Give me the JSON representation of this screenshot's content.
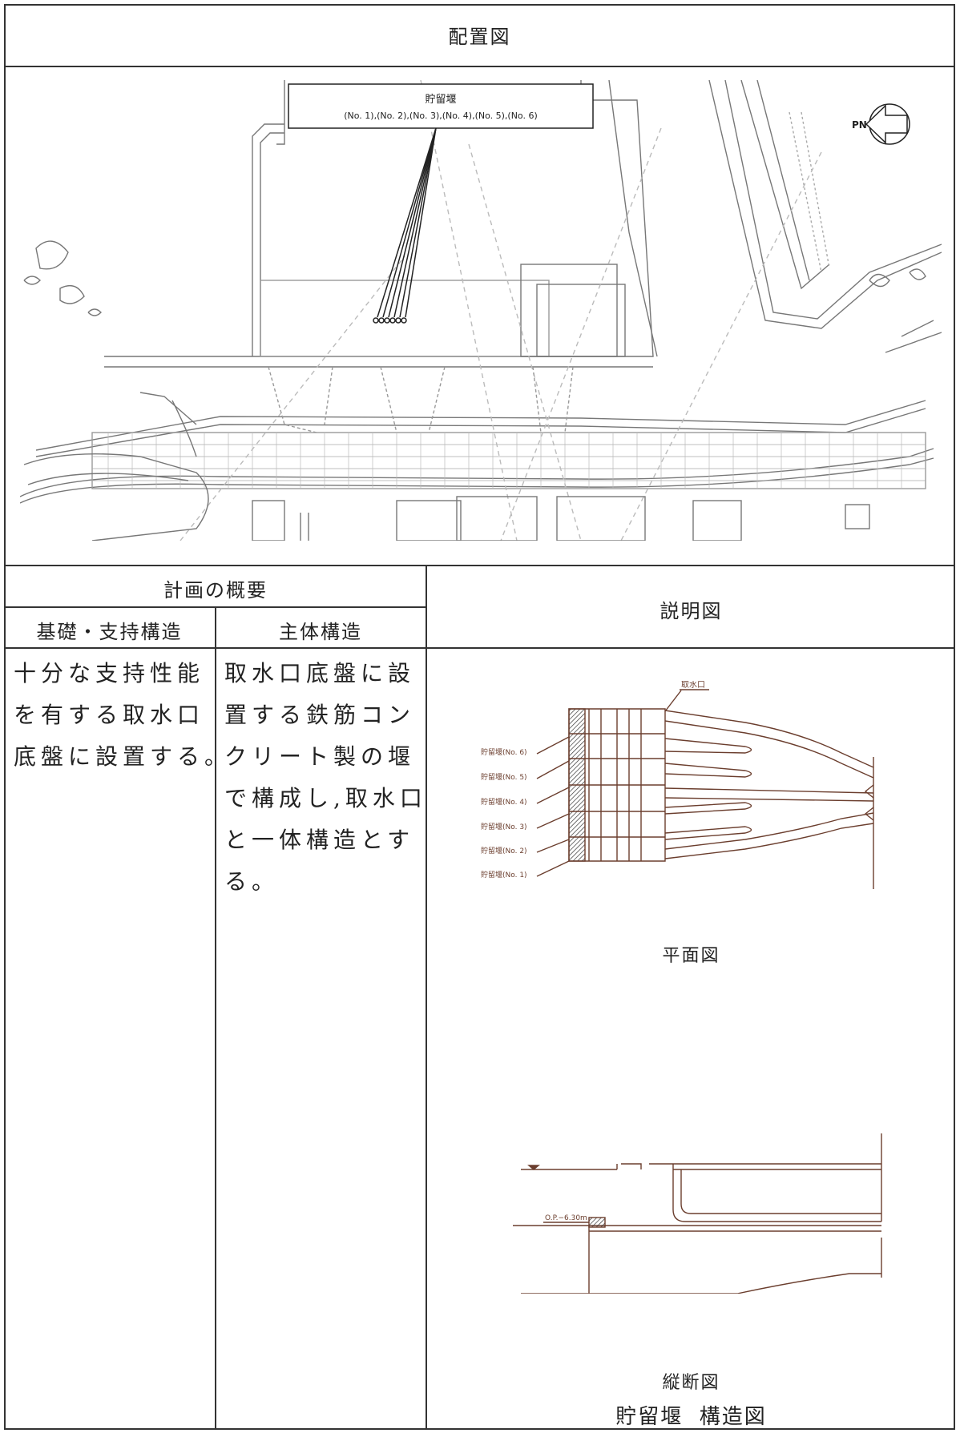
{
  "layout_title": "配置図",
  "callout": {
    "title": "貯留堰",
    "numbers": "(No. 1),(No. 2),(No. 3),(No. 4),(No. 5),(No. 6)"
  },
  "north_label": "PN",
  "plan_summary_header": "計画の概要",
  "col_foundation_header": "基礎・支持構造",
  "col_main_header": "主体構造",
  "explanation_header": "説明図",
  "foundation_text_lines": [
    "十分な支持性能",
    "を有する取水口",
    "底盤に設置する。"
  ],
  "main_text_lines": [
    "取水口底盤に設",
    "置する鉄筋コン",
    "クリート製の堰",
    "で構成し,取水口",
    "と一体構造とす",
    "る。"
  ],
  "plan_view": {
    "intake_label": "取水口",
    "weir_labels": [
      "貯留堰(No. 6)",
      "貯留堰(No. 5)",
      "貯留堰(No. 4)",
      "貯留堰(No. 3)",
      "貯留堰(No. 2)",
      "貯留堰(No. 1)"
    ],
    "caption": "平面図"
  },
  "section_view": {
    "elevation_label": "O.P.−6.30m",
    "caption": "縦断図"
  },
  "figure_title": "貯留堰  構造図"
}
